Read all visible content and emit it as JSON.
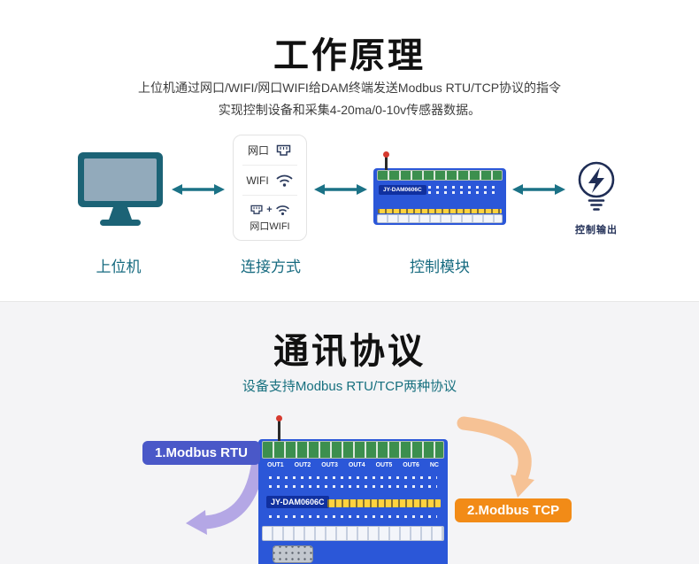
{
  "section1": {
    "title": "工作原理",
    "desc_line1": "上位机通过网口/WIFI/网口WIFI给DAM终端发送Modbus RTU/TCP协议的指令",
    "desc_line2": "实现控制设备和采集4-20ma/0-10v传感器数据。",
    "connection_box": {
      "ethernet_label": "网口",
      "wifi_label": "WIFI",
      "plus": "+",
      "combo_label": "网口WIFI"
    },
    "captions": {
      "host": "上位机",
      "connection": "连接方式",
      "module": "控制模块",
      "output": "控制输出"
    }
  },
  "section2": {
    "title": "通讯协议",
    "subtitle": "设备支持Modbus RTU/TCP两种协议",
    "rtu_badge": "1.Modbus RTU",
    "tcp_badge": "2.Modbus TCP"
  },
  "device": {
    "model": "JY-DAM0606C",
    "out_labels": [
      "OUT1",
      "OUT2",
      "OUT3",
      "OUT4",
      "OUT5",
      "OUT6",
      "NC"
    ]
  },
  "colors": {
    "teal_accent": "#176b80",
    "navy": "#1f2d55",
    "device_blue": "#2b57d8",
    "rtu_badge_bg": "#4a58c8",
    "tcp_badge_bg": "#f28b17",
    "purple_arrow": "#b4a7e5",
    "orange_arrow": "#f6c295",
    "section2_bg": "#f4f4f6"
  }
}
